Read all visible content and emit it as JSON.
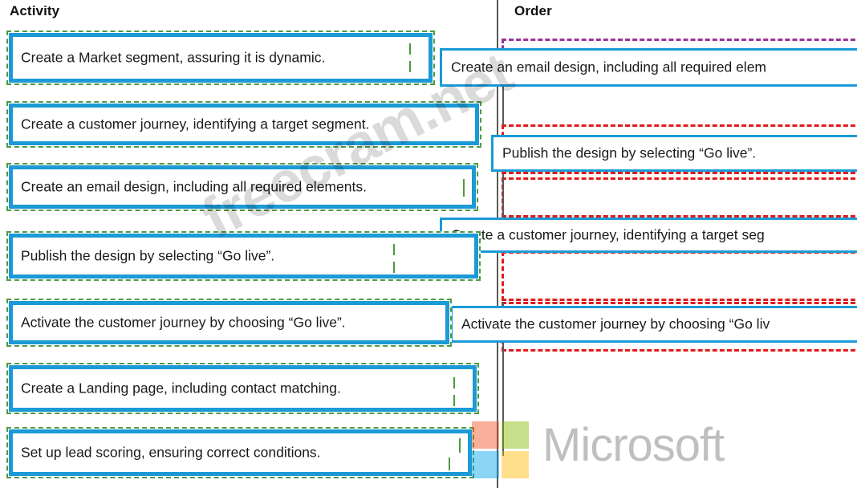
{
  "columns": {
    "activity_header": "Activity",
    "order_header": "Order"
  },
  "activity_items": [
    {
      "label": "Create a Market segment, assuring it is dynamic."
    },
    {
      "label": "Create a customer journey, identifying a target segment."
    },
    {
      "label": "Create an email design, including all required elements."
    },
    {
      "label": "Publish the design by selecting “Go live”."
    },
    {
      "label": "Activate the customer journey by choosing “Go live”."
    },
    {
      "label": "Create a Landing page, including contact matching."
    },
    {
      "label": "Set up lead scoring, ensuring correct conditions."
    }
  ],
  "order_items": [
    {
      "label": "Create an email design, including all required elem"
    },
    {
      "label": "Publish the design by selecting “Go live”."
    },
    {
      "label": ""
    },
    {
      "label": "Create a customer journey, identifying a target seg"
    },
    {
      "label": ""
    },
    {
      "label": "Activate the customer journey by choosing “Go liv"
    }
  ],
  "watermark": {
    "text": "freecram.net"
  },
  "branding": {
    "name": "Microsoft"
  },
  "colors": {
    "activity_border_blue": "#1b9ad6",
    "activity_dash_green": "#4e9a40",
    "order_dash_red": "#e01b1b",
    "order_dash_violet": "#a0309a",
    "divider": "#595959",
    "ms_red": "#f25022",
    "ms_green": "#7fba00",
    "ms_blue": "#00a4ef",
    "ms_yellow": "#ffb900",
    "ms_wordmark": "#737373"
  }
}
